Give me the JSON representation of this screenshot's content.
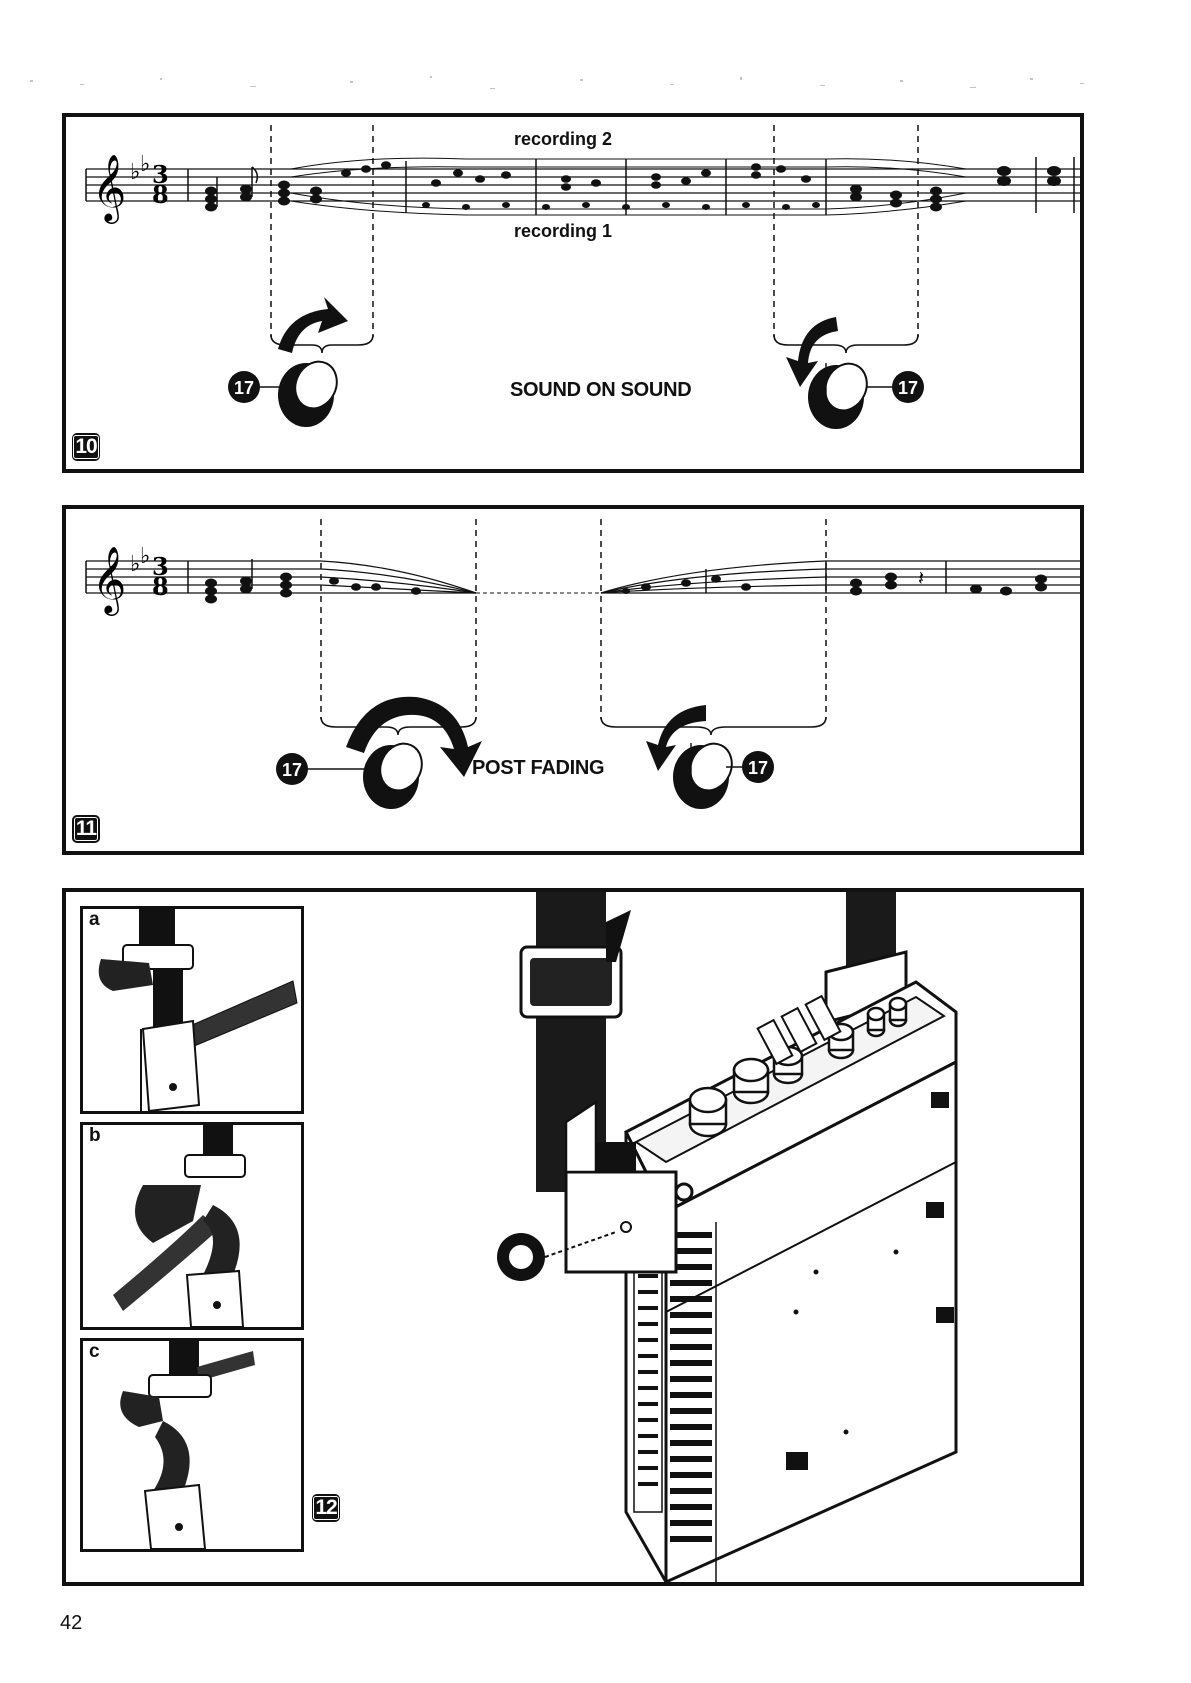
{
  "page_number": "42",
  "figures": {
    "fig10": {
      "number": "10",
      "upper_label": "recording 2",
      "lower_label": "recording 1",
      "caption": "SOUND ON SOUND",
      "knob_ref": "17"
    },
    "fig11": {
      "number": "11",
      "caption": "POST FADING",
      "knob_ref": "17"
    },
    "fig12": {
      "number": "12",
      "sub_a": "a",
      "sub_b": "b",
      "sub_c": "c"
    }
  },
  "icons": [
    "knob-icon",
    "rotate-arrow-icon",
    "treble-clef-icon",
    "tape-recorder-illustration",
    "strap-illustration"
  ]
}
